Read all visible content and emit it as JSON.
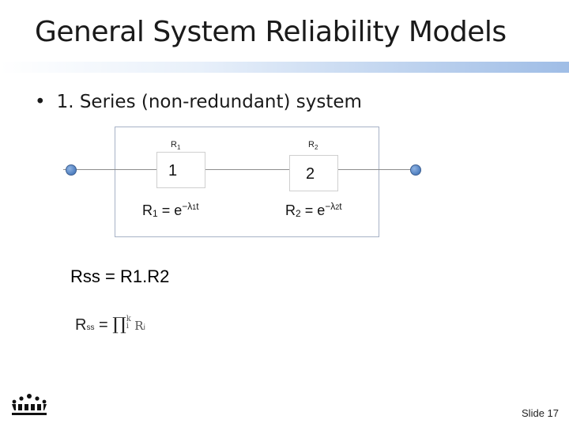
{
  "slide": {
    "title": "General System Reliability Models",
    "bullet_marker": "•",
    "bullet_text": "1. Series (non-redundant) system",
    "slide_number": "Slide 17"
  },
  "diagram": {
    "block1": {
      "number": "1",
      "top_label": "R",
      "top_label_sub": "1",
      "formula": {
        "r": "R",
        "r_sub": "1",
        "rest": " = e",
        "exp": "−λ",
        "exp_sub": "1",
        "exp_tail": "t"
      }
    },
    "block2": {
      "number": "2",
      "top_label": "R",
      "top_label_sub": "2",
      "formula": {
        "r": "R",
        "r_sub": "2",
        "rest": " = e",
        "exp": "−λ",
        "exp_sub": "2",
        "exp_tail": "t"
      }
    }
  },
  "equations": {
    "rss_product": "Rss = R1.R2",
    "rss_general": {
      "r": "R",
      "r_sub": "ss",
      "eq": " = ",
      "pi": "∏",
      "upper": "k",
      "lower": "i",
      "term": "R",
      "term_sub": "i"
    }
  },
  "colors": {
    "accent": "#4f7fbf",
    "title_bar_end": "#9fbde6"
  }
}
